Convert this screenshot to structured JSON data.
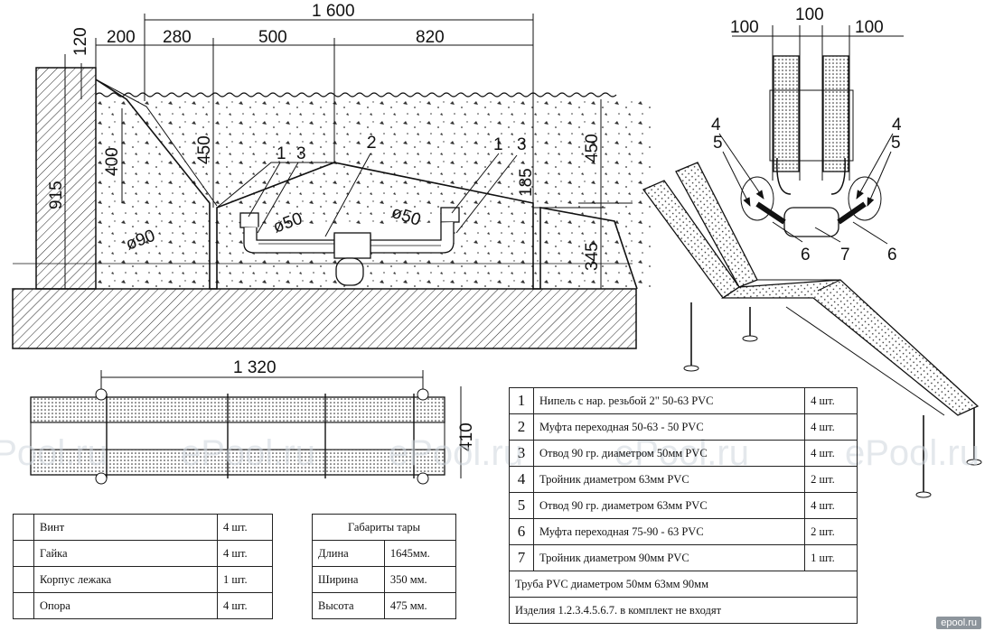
{
  "dimensions": {
    "total_length": "1 600",
    "d200": "200",
    "d280": "280",
    "d500": "500",
    "d820": "820",
    "d120": "120",
    "d915": "915",
    "d400": "400",
    "d450_left": "450",
    "d450_right": "450",
    "d185": "185",
    "d345": "345",
    "phi50_left": "ø50",
    "phi50_right": "ø50",
    "phi90": "ø90",
    "top_width": "1 320",
    "top_height": "410",
    "dim100_left": "100",
    "dim100_mid": "100",
    "dim100_right": "100"
  },
  "section_callouts": [
    "1",
    "3",
    "2",
    "1",
    "3"
  ],
  "detail_callouts": [
    "4",
    "5",
    "4",
    "5",
    "6",
    "7",
    "6"
  ],
  "watermark": [
    "ePool.ru",
    "ePool.ru",
    "ePool.ru",
    "ePool.ru",
    "ePool.ru"
  ],
  "parts_table": [
    {
      "num": "1",
      "name": "Нипель с нар. резьбой 2\" 50-63 PVC",
      "qty": "4 шт."
    },
    {
      "num": "2",
      "name": "Муфта переходная 50-63 - 50 PVC",
      "qty": "4 шт."
    },
    {
      "num": "3",
      "name": "Отвод 90 гр. диаметром 50мм PVC",
      "qty": "4 шт."
    },
    {
      "num": "4",
      "name": "Тройник  диаметром 63мм PVC",
      "qty": "2 шт."
    },
    {
      "num": "5",
      "name": "Отвод 90 гр. диаметром 63мм PVC",
      "qty": "4 шт."
    },
    {
      "num": "6",
      "name": "Муфта переходная 75-90 - 63 PVC",
      "qty": "2 шт."
    },
    {
      "num": "7",
      "name": "Тройник  диаметром 90мм PVC",
      "qty": "1 шт."
    }
  ],
  "parts_note_pipe": "Труба PVC диаметром   50мм 63мм  90мм",
  "parts_note_kit": "Изделия 1.2.3.4.5.6.7. в комплект не входят",
  "hardware_table": [
    {
      "name": "Винт",
      "qty": "4 шт."
    },
    {
      "name": "Гайка",
      "qty": "4 шт."
    },
    {
      "name": "Корпус лежака",
      "qty": "1 шт."
    },
    {
      "name": "Опора",
      "qty": "4 шт."
    }
  ],
  "packaging": {
    "title": "Габариты тары",
    "rows": [
      {
        "name": "Длина",
        "value": "1645мм."
      },
      {
        "name": "Ширина",
        "value": "350 мм."
      },
      {
        "name": "Высота",
        "value": "475 мм."
      }
    ]
  },
  "brand": "epool.ru"
}
